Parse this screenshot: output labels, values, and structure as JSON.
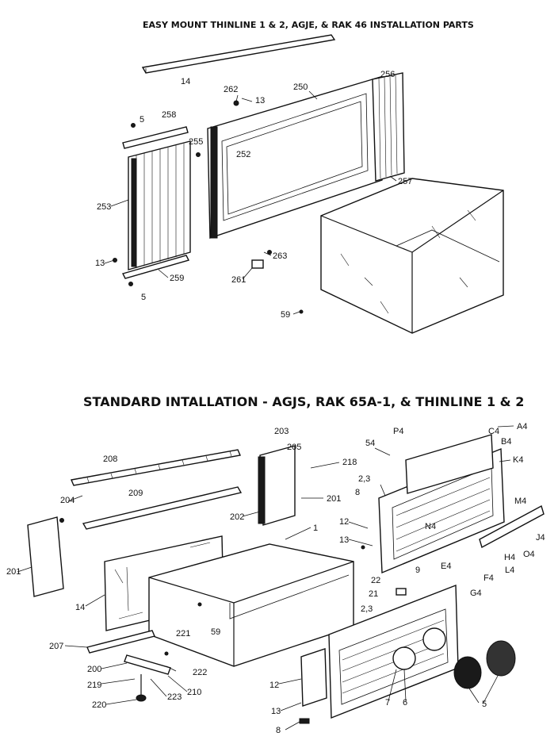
{
  "titles": {
    "top": "EASY MOUNT THINLINE 1 & 2, AGJE, & RAK 46 INSTALLATION PARTS",
    "bottom": "STANDARD INTALLATION - AGJS, RAK 65A-1, & THINLINE 1 & 2"
  },
  "top_callouts": [
    "14",
    "256",
    "262",
    "13",
    "250",
    "5",
    "258",
    "255",
    "252",
    "253",
    "257",
    "13",
    "263",
    "261",
    "259",
    "5",
    "59"
  ],
  "bottom_callouts": [
    "A4",
    "54",
    "P4",
    "C4",
    "B4",
    "K4",
    "203",
    "205",
    "218",
    "208",
    "2,3",
    "8",
    "201",
    "209",
    "204",
    "202",
    "M4",
    "12",
    "N4",
    "13",
    "J4",
    "1",
    "O4",
    "H4",
    "201",
    "E4",
    "L4",
    "9",
    "F4",
    "G4",
    "14",
    "22",
    "21",
    "2,3",
    "59",
    "207",
    "221",
    "222",
    "200",
    "210",
    "12",
    "219",
    "223",
    "6",
    "7",
    "5",
    "220",
    "13",
    "8"
  ]
}
